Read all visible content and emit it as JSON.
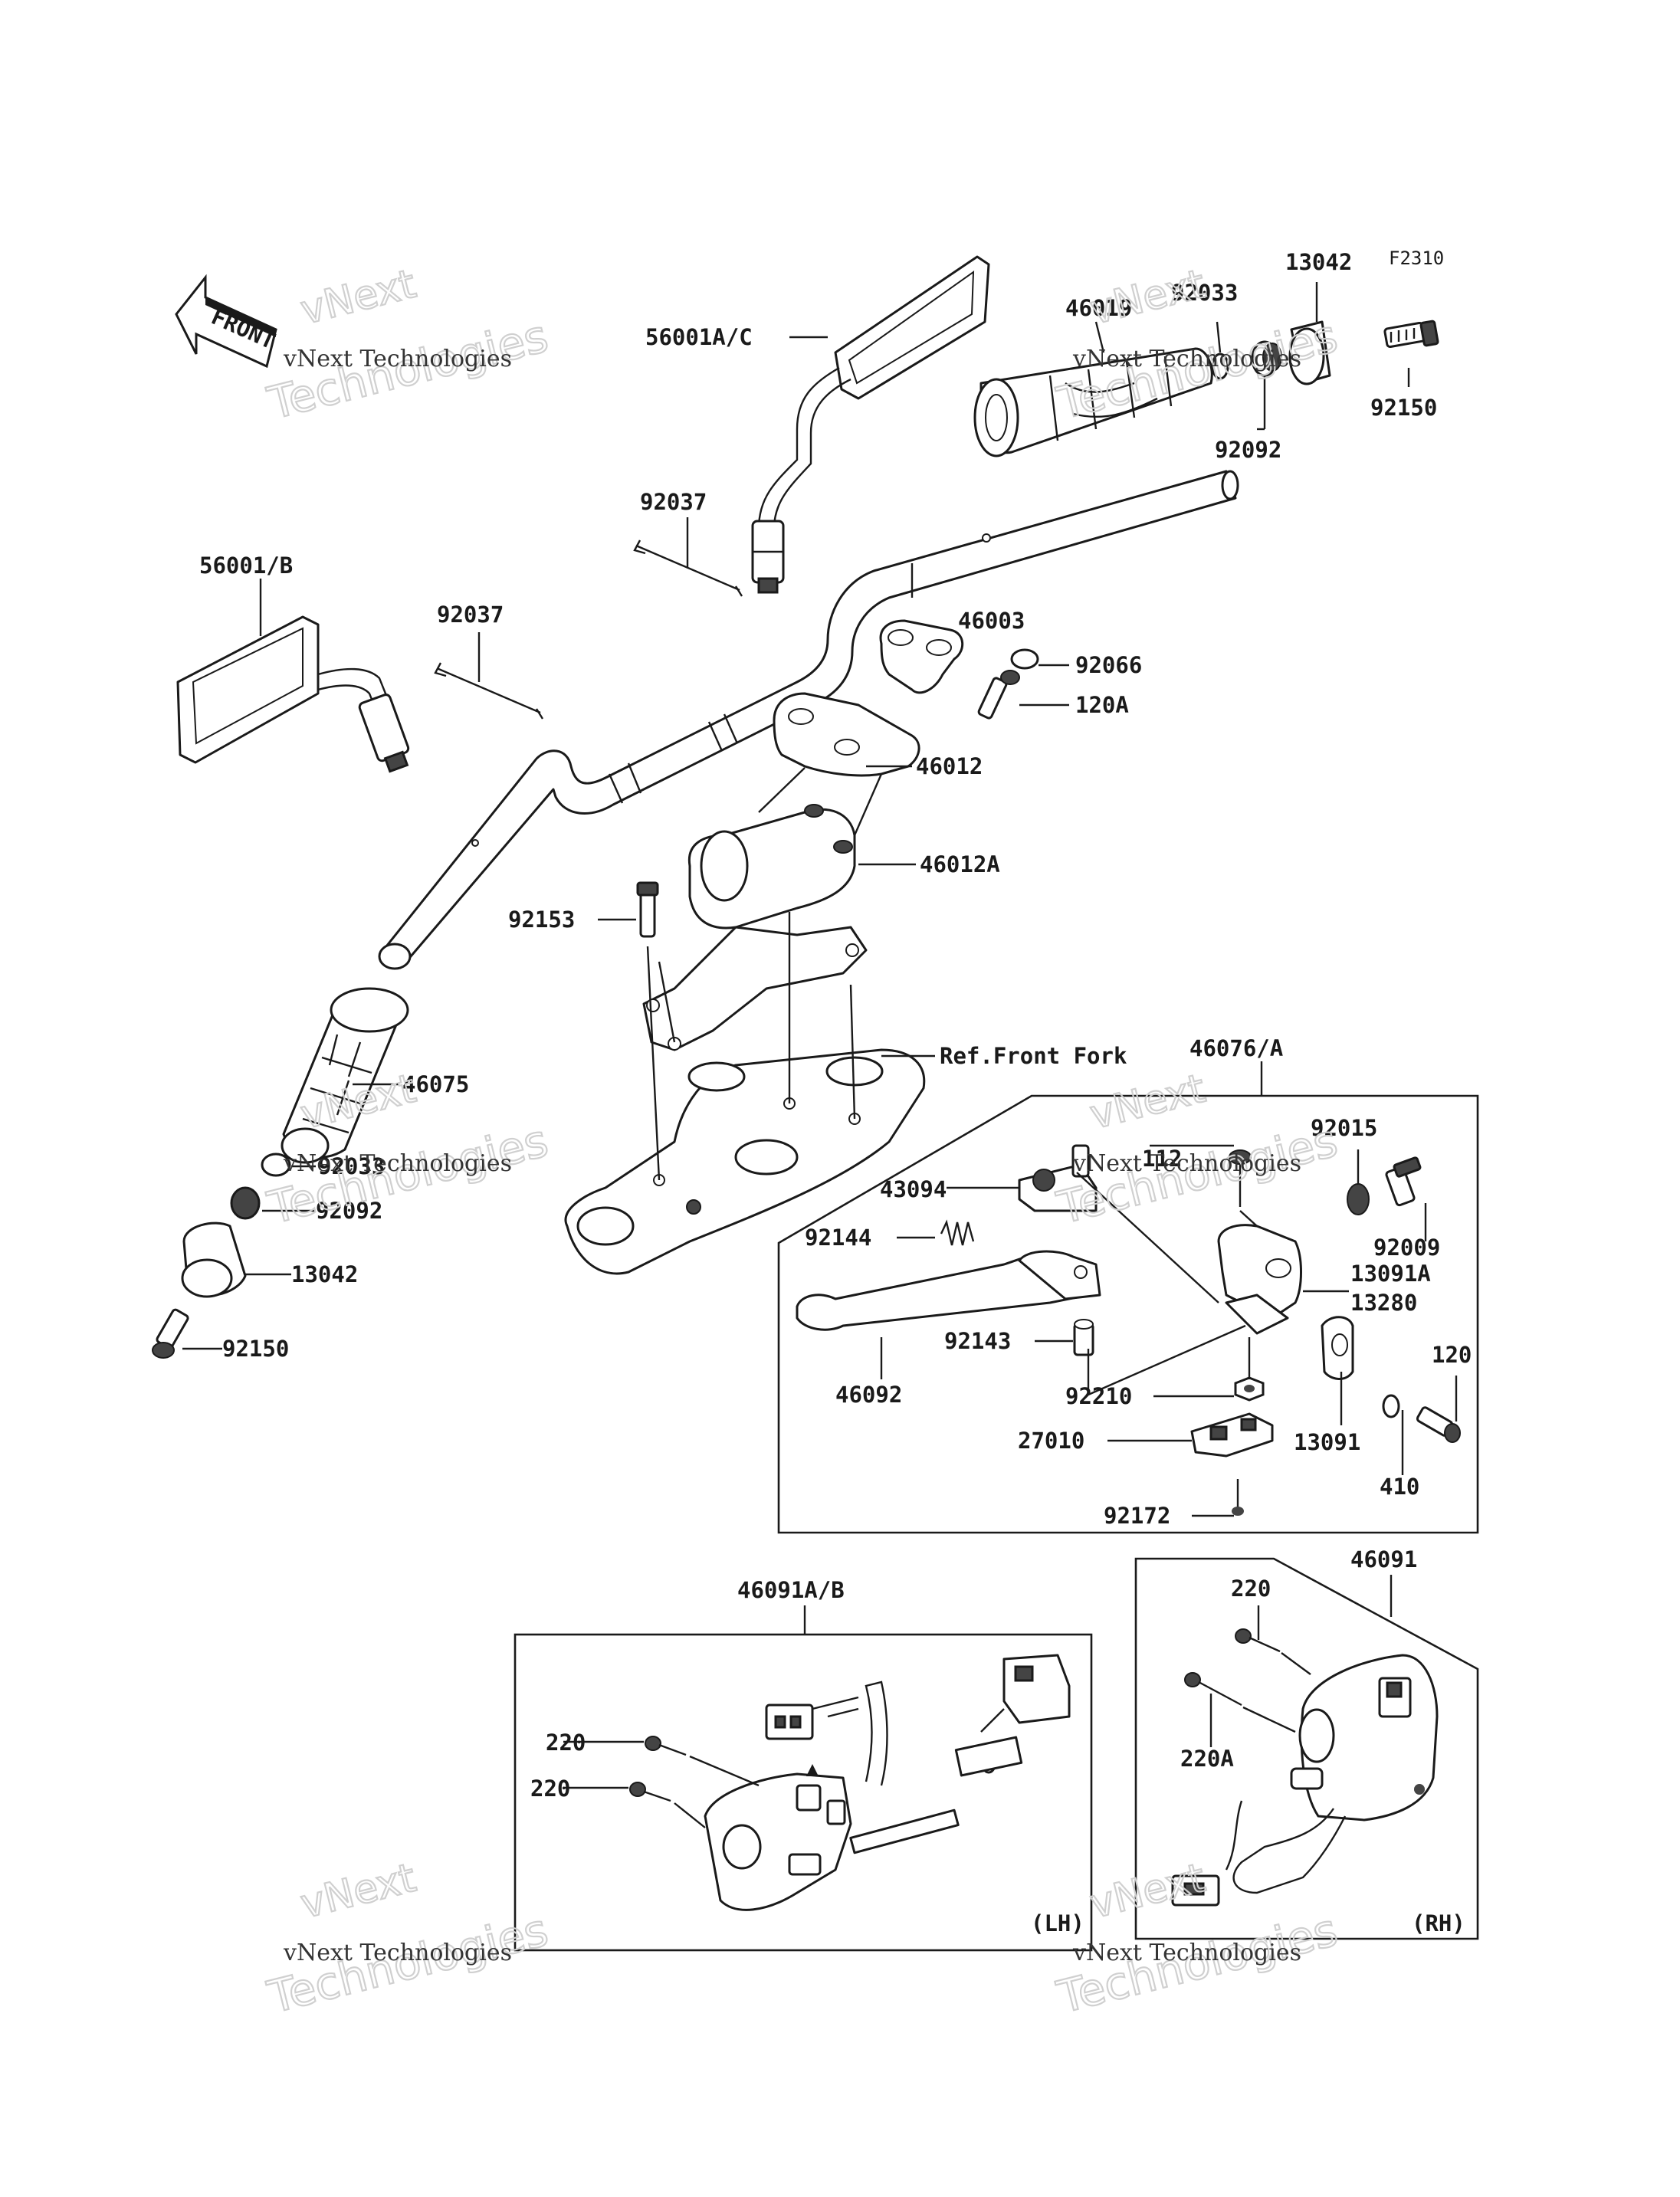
{
  "figure_code": "F2310",
  "front_marker": "FRONT",
  "watermark": {
    "line1": "vNext",
    "line2": "vNext Technologies",
    "line3": "Technologies"
  },
  "labels": {
    "l56001AC": "56001A/C",
    "l46019": "46019",
    "l92033a": "92033",
    "l13042a": "13042",
    "l92150a": "92150",
    "l92092a": "92092",
    "l92037a": "92037",
    "l56001B": "56001/B",
    "l92037b": "92037",
    "l46003": "46003",
    "l92066": "92066",
    "l120A": "120A",
    "l46012": "46012",
    "l46012A": "46012A",
    "l92153": "92153",
    "lRefFork": "Ref.Front Fork",
    "l46076A": "46076/A",
    "l46075": "46075",
    "l92033b": "92033",
    "l92092b": "92092",
    "l13042b": "13042",
    "l92150b": "92150",
    "l92015": "92015",
    "l112": "112",
    "l43094": "43094",
    "l92009": "92009",
    "l92144": "92144",
    "l13091A": "13091A",
    "l13280": "13280",
    "l120": "120",
    "l92143": "92143",
    "l46092": "46092",
    "l92210": "92210",
    "l27010": "27010",
    "l13091": "13091",
    "l410": "410",
    "l92172": "92172",
    "l46091AB": "46091A/B",
    "l46091": "46091",
    "l220a": "220",
    "l220b": "220",
    "l220c": "220",
    "l220A": "220A",
    "lLH": "(LH)",
    "lRH": "(RH)"
  }
}
